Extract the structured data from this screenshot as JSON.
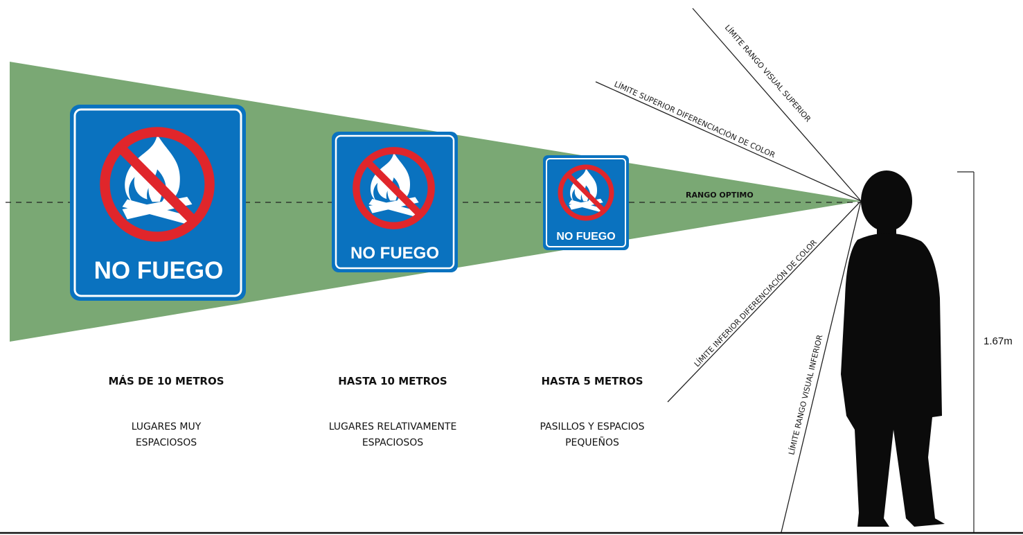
{
  "colors": {
    "cone": "#7aa874",
    "sign_blue": "#0a72bf",
    "prohibition_red": "#e0262b",
    "silhouette": "#0b0b0b",
    "line": "#222222"
  },
  "icons": [
    "no-fire-prohibition-icon",
    "person-silhouette"
  ],
  "signs": [
    {
      "text": "NO FUEGO"
    },
    {
      "text": "NO FUEGO"
    },
    {
      "text": "NO FUEGO"
    }
  ],
  "sight_lines": {
    "upper_visual": "LÍMITE RANGO VISUAL SUPERIOR",
    "upper_color": "LÍMITE SUPERIOR DIFERENCIACIÓN DE COLOR",
    "optimal": "RANGO OPTIMO",
    "lower_color": "LÍMITE INFERIOR DIFERENCIACIÓN DE COLOR",
    "lower_visual": "LÍMITE RANGO VISUAL INFERIOR"
  },
  "distances": [
    {
      "title": "MÁS DE 10 METROS",
      "line1": "LUGARES MUY",
      "line2": "ESPACIOSOS"
    },
    {
      "title": "HASTA 10 METROS",
      "line1": "LUGARES RELATIVAMENTE",
      "line2": "ESPACIOSOS"
    },
    {
      "title": "HASTA 5 METROS",
      "line1": "PASILLOS Y ESPACIOS",
      "line2": "PEQUEÑOS"
    }
  ],
  "height": {
    "label": "1.67m"
  }
}
